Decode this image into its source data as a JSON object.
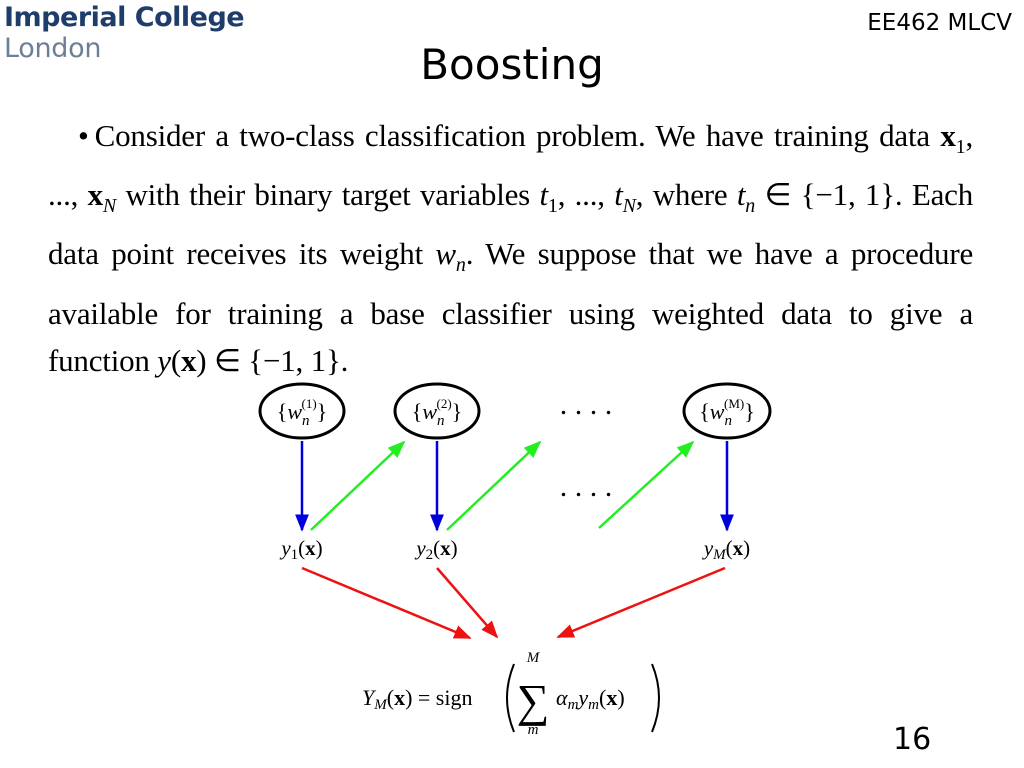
{
  "header": {
    "logo_line1": "Imperial College",
    "logo_line2": "London",
    "course": "EE462 MLCV"
  },
  "slide": {
    "title": "Boosting",
    "page_number": "16"
  },
  "body": {
    "t1": "Consider a two-class classification problem. We have training data ",
    "t2": " with their binary target variables ",
    "t3": ", where ",
    "t4": ". Each data point receives its weight ",
    "t5": ". We suppose that we have a procedure available for training a base classifier using weighted data to give a function ",
    "t6": "."
  },
  "diagram": {
    "weights": [
      "(1)",
      "(2)",
      "(M)"
    ],
    "ellipsis": ". . . .",
    "classifiers": [
      "1",
      "2",
      "M"
    ],
    "formula_sum_top": "M",
    "formula_sum_bottom": "m",
    "colors": {
      "weight_arrow": "#0000dd",
      "next_arrow": "#22ee22",
      "combine_arrow": "#ee1111"
    }
  }
}
